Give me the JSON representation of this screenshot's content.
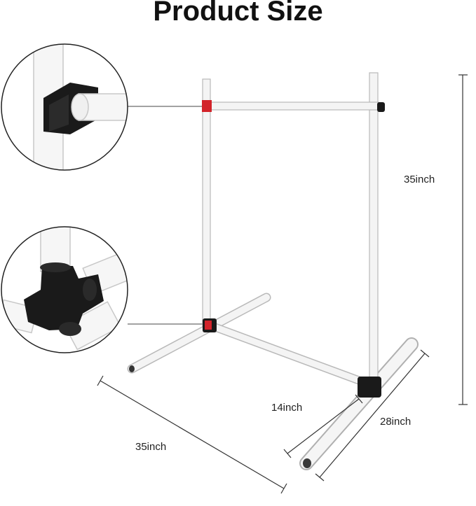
{
  "title": "Product Size",
  "dimensions": {
    "height": "35inch",
    "width": "35inch",
    "base_length": "28inch",
    "base_offset": "14inch"
  },
  "colors": {
    "pipe": "#f4f4f4",
    "pipe_edge": "#b9b9b9",
    "connector": "#1a1a1a",
    "accent_red": "#d2232a",
    "dim_line": "#333333"
  },
  "details": [
    {
      "name": "top-corner-connector-detail"
    },
    {
      "name": "base-cross-connector-detail"
    }
  ]
}
